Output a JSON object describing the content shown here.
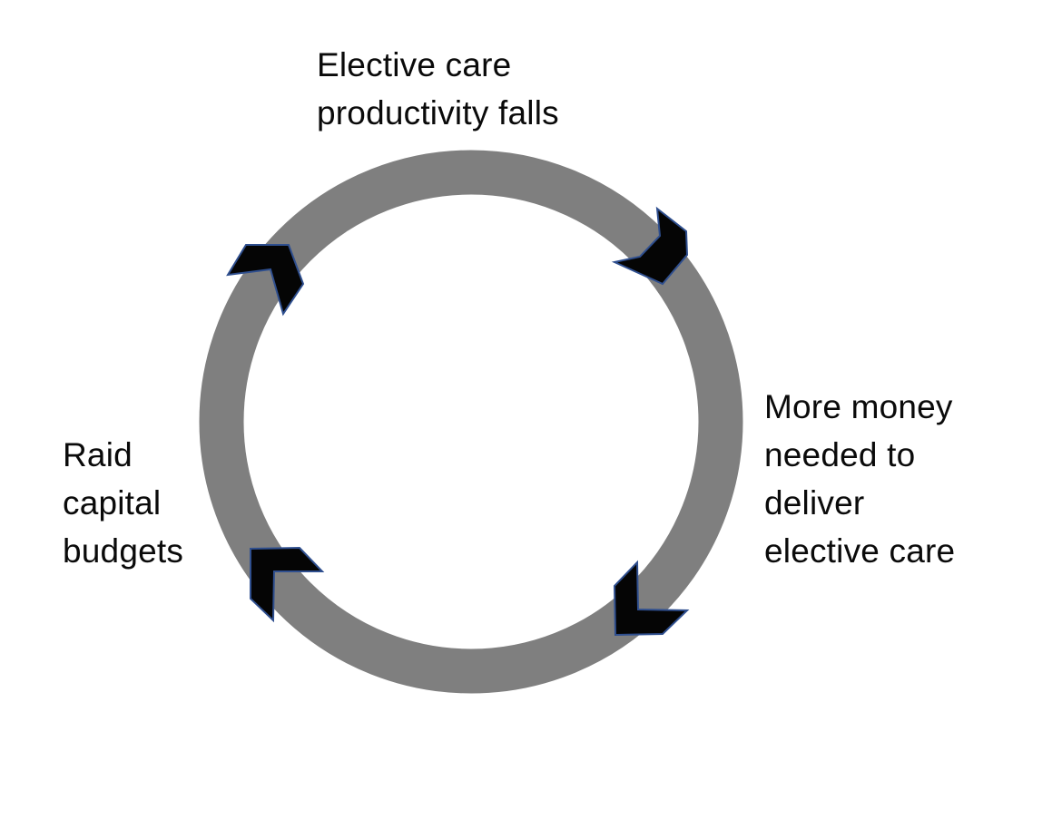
{
  "diagram": {
    "colors": {
      "ring": "#7f7f7f",
      "arrow_fill": "#050505",
      "arrow_stroke": "#2f4f8f"
    },
    "nodes": [
      {
        "id": "top",
        "lines": [
          "Elective care",
          "productivity falls"
        ]
      },
      {
        "id": "right",
        "lines": [
          "More money",
          "needed to",
          "deliver",
          "elective care"
        ]
      },
      {
        "id": "left",
        "lines": [
          "Raid",
          "capital",
          "budgets"
        ]
      }
    ],
    "arrows": [
      {
        "icon": "chevron-icon",
        "direction": "clockwise"
      },
      {
        "icon": "chevron-icon",
        "direction": "clockwise"
      },
      {
        "icon": "chevron-icon",
        "direction": "clockwise"
      },
      {
        "icon": "chevron-icon",
        "direction": "clockwise"
      }
    ]
  }
}
